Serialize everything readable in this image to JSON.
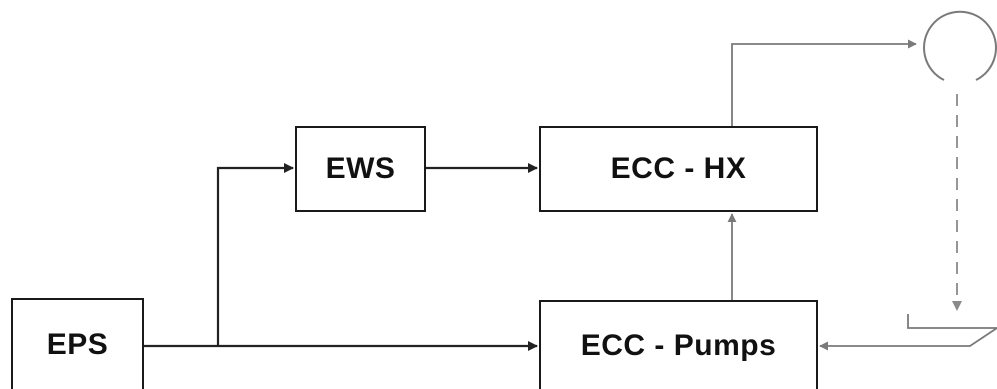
{
  "nodes": {
    "eps": "EPS",
    "ews": "EWS",
    "ecc_hx": "ECC - HX",
    "ecc_pumps": "ECC - Pumps"
  },
  "colors": {
    "box_border": "#1a1a1a",
    "arrow_dark": "#222222",
    "arrow_gray": "#7a7a7a",
    "text": "#111111"
  }
}
